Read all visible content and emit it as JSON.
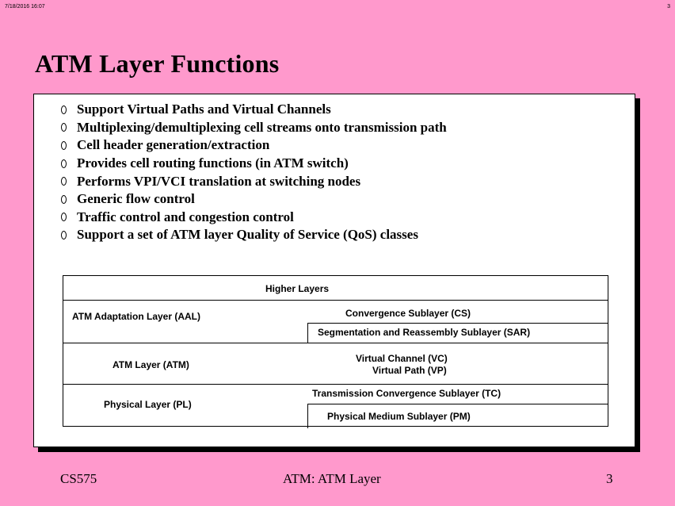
{
  "header": {
    "timestamp": "7/18/2016 16:07",
    "page_number": "3"
  },
  "slide": {
    "title": "ATM Layer Functions",
    "bullets": [
      "Support Virtual Paths and Virtual Channels",
      "Multiplexing/demultiplexing cell streams onto transmission path",
      "Cell header generation/extraction",
      "Provides cell routing functions (in ATM switch)",
      "Performs VPI/VCI translation at switching nodes",
      "Generic flow control",
      "Traffic control and congestion control",
      "Support a set of ATM layer Quality of Service (QoS) classes"
    ],
    "diagram": {
      "higher_layers": "Higher Layers",
      "aal": "ATM Adaptation Layer (AAL)",
      "cs": "Convergence Sublayer (CS)",
      "sar": "Segmentation and Reassembly Sublayer (SAR)",
      "atm_layer": "ATM Layer (ATM)",
      "vc": "Virtual Channel (VC)",
      "vp": "Virtual Path (VP)",
      "pl": "Physical Layer (PL)",
      "tc": "Transmission Convergence Sublayer (TC)",
      "pm": "Physical Medium Sublayer (PM)"
    }
  },
  "footer": {
    "course": "CS575",
    "topic": "ATM: ATM Layer",
    "page": "3"
  },
  "colors": {
    "background": "#ff99cc",
    "panel": "#ffffff",
    "shadow": "#000000"
  }
}
